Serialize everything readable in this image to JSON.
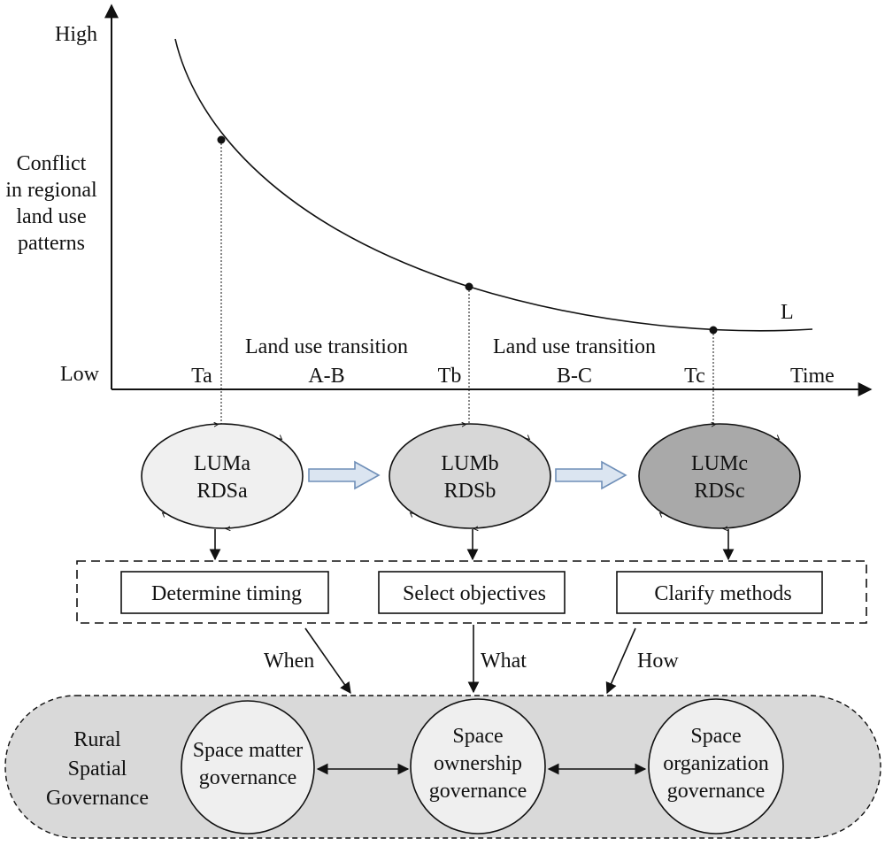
{
  "axis": {
    "y_high": "High",
    "y_low": "Low",
    "y_title": [
      "Conflict",
      "in regional",
      "land use",
      "patterns"
    ],
    "x_title": "Time",
    "curve_label": "L",
    "ticks": [
      "Ta",
      "Tb",
      "Tc"
    ]
  },
  "transitions": [
    {
      "line1": "Land use transition",
      "line2": "A-B"
    },
    {
      "line1": "Land use transition",
      "line2": "B-C"
    }
  ],
  "stages": [
    {
      "line1": "LUMa",
      "line2": "RDSa",
      "fill": "#f0f0f0"
    },
    {
      "line1": "LUMb",
      "line2": "RDSb",
      "fill": "#d7d7d7"
    },
    {
      "line1": "LUMc",
      "line2": "RDSc",
      "fill": "#a9a9a9"
    }
  ],
  "actions": [
    "Determine timing",
    "Select objectives",
    "Clarify methods"
  ],
  "questions": [
    "When",
    "What",
    "How"
  ],
  "governance": {
    "title": [
      "Rural",
      "Spatial",
      "Governance"
    ],
    "items": [
      {
        "lines": [
          "Space matter",
          "governance"
        ]
      },
      {
        "lines": [
          "Space",
          "ownership",
          "governance"
        ]
      },
      {
        "lines": [
          "Space",
          "organization",
          "governance"
        ]
      }
    ],
    "band_fill": "#d9d9d9",
    "circle_fill": "#efefef"
  },
  "colors": {
    "arrow_fill": "#dbe5f1",
    "arrow_stroke": "#6f8fb8"
  }
}
